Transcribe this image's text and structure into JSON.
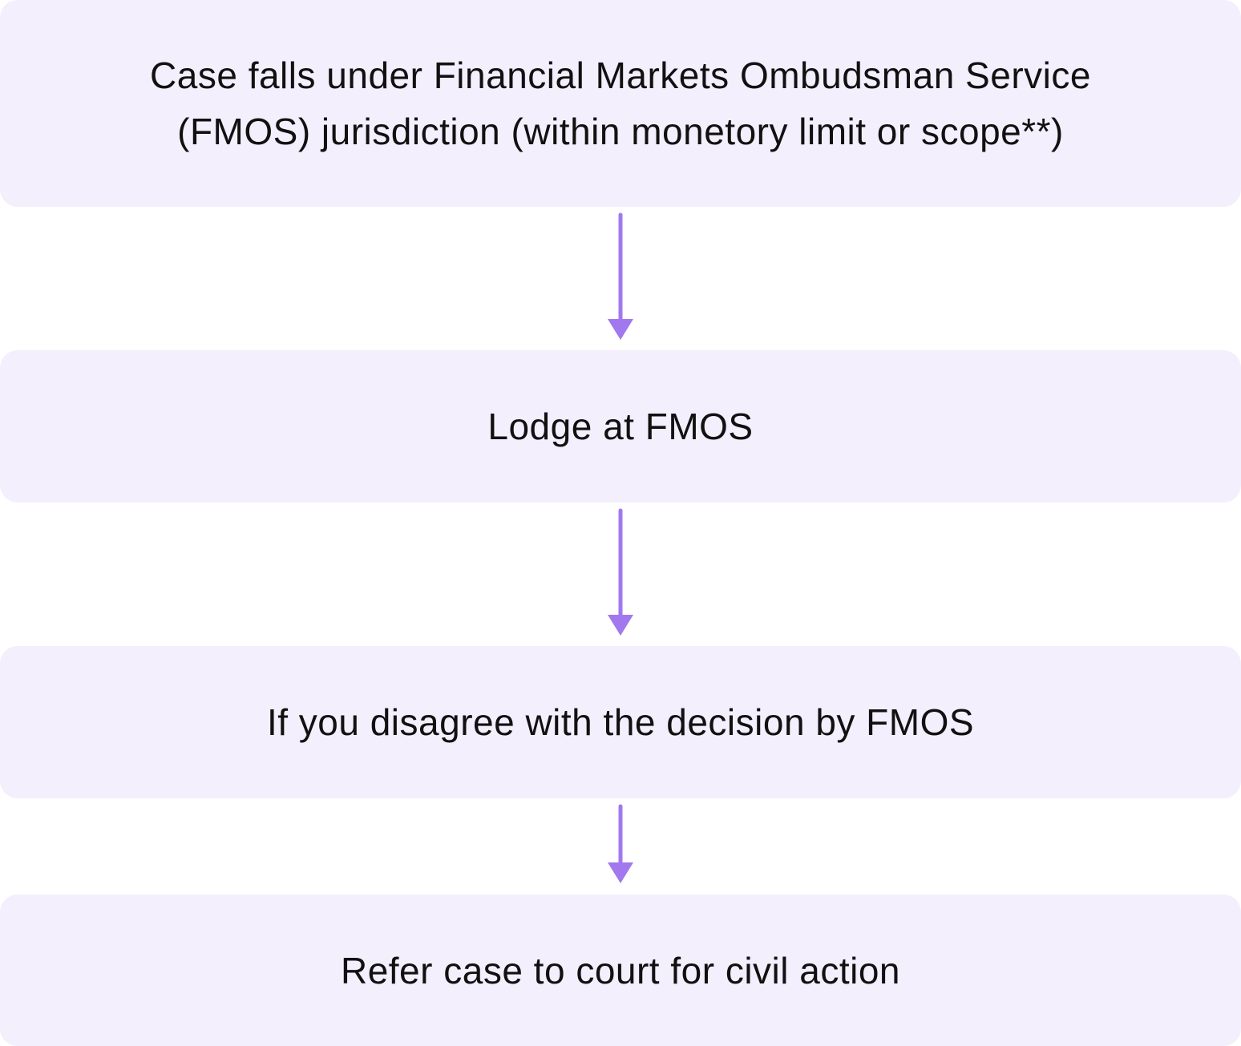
{
  "diagram": {
    "type": "vertical-flowchart",
    "colors": {
      "box_fill": "#f3effd",
      "arrow": "#a178ee",
      "text": "#111111"
    },
    "steps": [
      {
        "label": "Case falls under Financial Markets Ombudsman Service (FMOS) jurisdiction (within monetory limit or scope**)"
      },
      {
        "label": "Lodge at FMOS"
      },
      {
        "label": "If you disagree with the decision by FMOS"
      },
      {
        "label": "Refer case to court for civil action"
      }
    ],
    "connectors": [
      {
        "from": 0,
        "to": 1,
        "icon": "down-arrow-icon"
      },
      {
        "from": 1,
        "to": 2,
        "icon": "down-arrow-icon"
      },
      {
        "from": 2,
        "to": 3,
        "icon": "down-arrow-icon"
      }
    ]
  }
}
